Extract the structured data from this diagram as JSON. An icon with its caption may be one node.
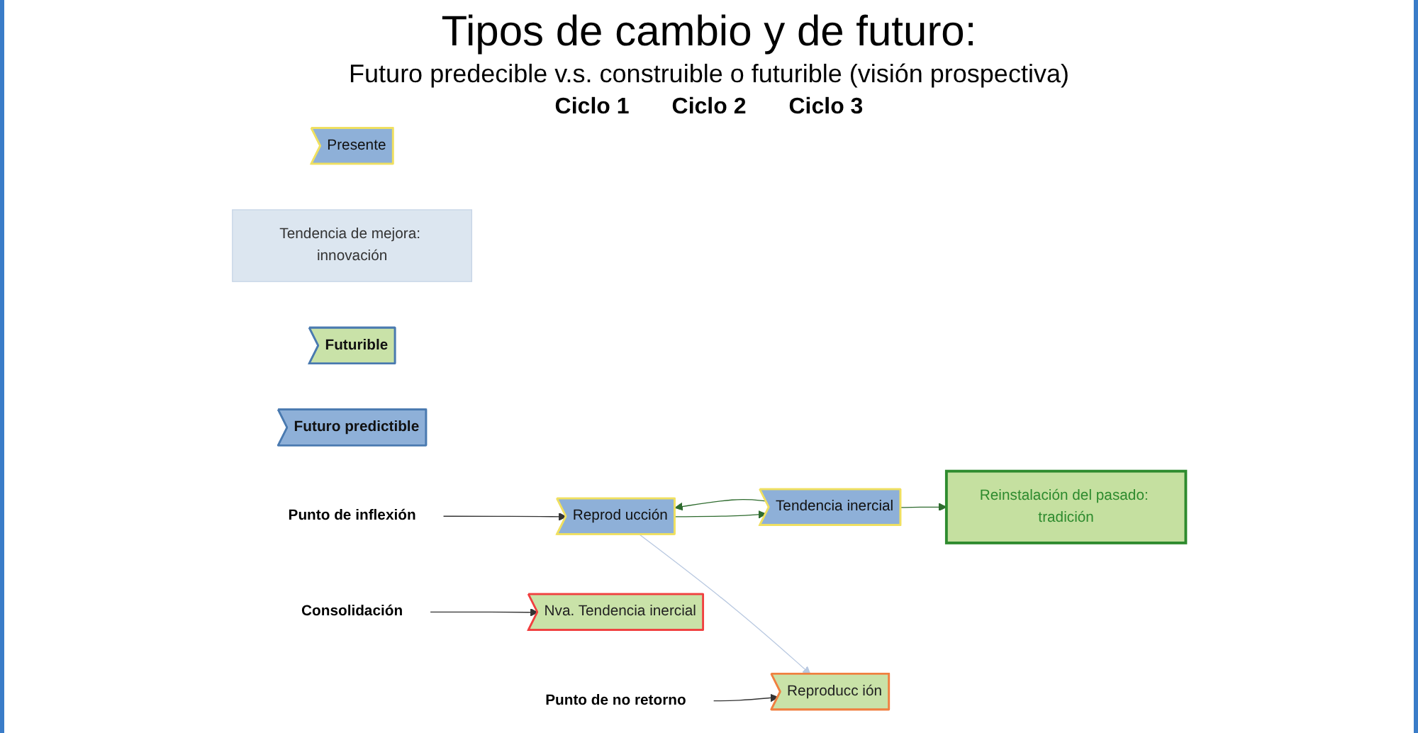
{
  "diagram": {
    "title": "Tipos de cambio y de futuro:",
    "nodes": [
      {
        "text": [
          "Presente"
        ]
      },
      {
        "text": [
          "Reprod ucción"
        ]
      },
      {
        "text": [
          "Tendencia inercial"
        ]
      },
      {
        "text": [
          "Tendencia de mejora: innovación"
        ]
      },
      {
        "text": [
          "Reproducc ión"
        ]
      },
      {
        "text": [
          "Nva. Tendencia inercial"
        ]
      },
      {
        "text": [
          "Reinstalación del pasado: tradición"
        ]
      },
      {
        "text": [
          "Futurible"
        ]
      },
      {
        "text": [
          "Futuro predictible"
        ]
      },
      {
        "text": [
          "Punto de inflexión"
        ]
      },
      {
        "text": [
          "Punto de no retorno"
        ]
      },
      {
        "text": [
          "Consolidación"
        ]
      }
    ],
    "edges": [
      {
        "from": 9,
        "to": 1,
        "arrow": "to"
      },
      {
        "from": 10,
        "to": 4,
        "arrow": "to"
      },
      {
        "from": 11,
        "to": 5,
        "arrow": "to"
      },
      {
        "from": 1,
        "to": 4,
        "arrow": "to",
        "color": "#b8c8e0"
      },
      {
        "from": 1,
        "to": 2,
        "arrow": "to",
        "color": "#2e6b2e"
      },
      {
        "from": 2,
        "to": 1,
        "arrow": "to",
        "color": "#2e6b2e"
      },
      {
        "from": 2,
        "to": 6,
        "arrow": "to",
        "color": "#2e6b2e"
      }
    ],
    "labels": [
      "Futuro predecible v.s. construible o futurible (visión prospectiva)",
      "Ciclo 1",
      "Ciclo 2",
      "Ciclo 3"
    ]
  }
}
